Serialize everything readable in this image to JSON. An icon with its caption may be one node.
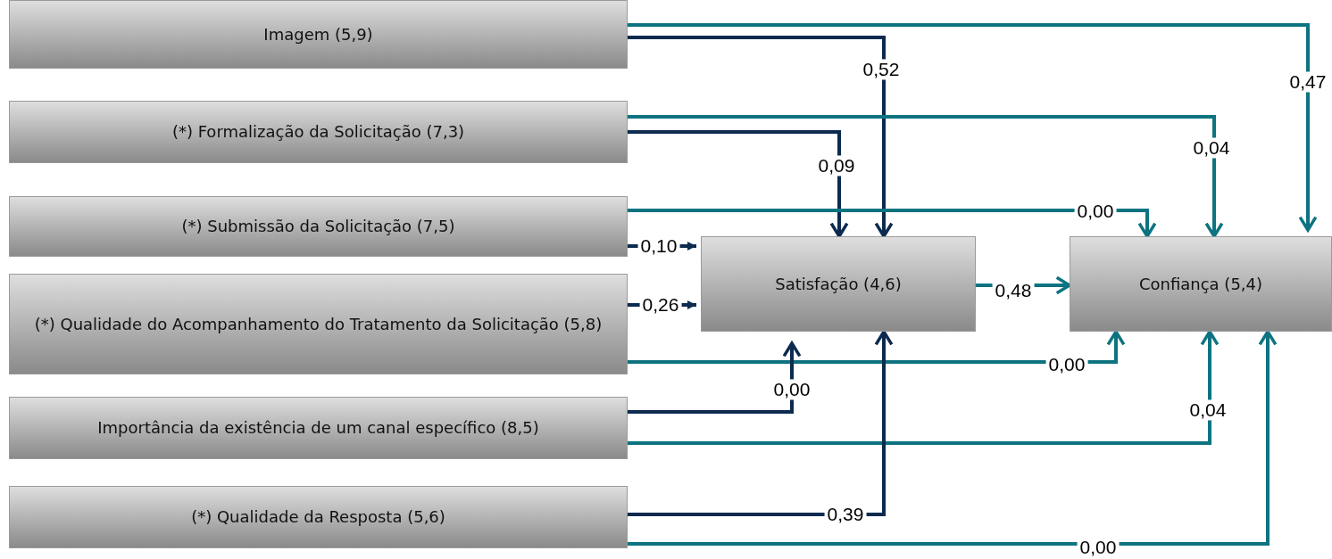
{
  "diagram": {
    "nodes": [
      {
        "text": [
          "Imagem (5,9)"
        ]
      },
      {
        "text": [
          "(*) Formalização da Solicitação (7,3)"
        ]
      },
      {
        "text": [
          "(*) Submissão da Solicitação (7,5)"
        ]
      },
      {
        "text": [
          "(*) Qualidade do Acompanhamento do Tratamento da Solicitação (5,8)"
        ]
      },
      {
        "text": [
          "Importância da existência de um canal específico (8,5)"
        ]
      },
      {
        "text": [
          "(*) Qualidade da Resposta (5,6)"
        ]
      },
      {
        "text": [
          "Satisfação (4,6)"
        ]
      },
      {
        "text": [
          "Confiança (5,4)"
        ]
      }
    ],
    "edges": [
      {
        "from": 0,
        "to": 6,
        "arrow": "to",
        "label": "0,52",
        "color": "#0d2a4f"
      },
      {
        "from": 0,
        "to": 7,
        "arrow": "to",
        "label": "0,47"
      },
      {
        "from": 1,
        "to": 6,
        "arrow": "to",
        "label": "0,09",
        "color": "#0d2a4f"
      },
      {
        "from": 1,
        "to": 7,
        "arrow": "to",
        "label": "0,04"
      },
      {
        "from": 2,
        "to": 6,
        "arrow": "to",
        "label": "0,10",
        "color": "#0d2a4f"
      },
      {
        "from": 2,
        "to": 7,
        "arrow": "to",
        "label": "0,00"
      },
      {
        "from": 3,
        "to": 6,
        "arrow": "to",
        "label": "0,26",
        "color": "#0d2a4f"
      },
      {
        "from": 3,
        "to": 7,
        "arrow": "to",
        "label": "0,00"
      },
      {
        "from": 4,
        "to": 6,
        "arrow": "to",
        "label": "0,00",
        "color": "#0d2a4f"
      },
      {
        "from": 4,
        "to": 7,
        "arrow": "to",
        "label": "0,04"
      },
      {
        "from": 5,
        "to": 6,
        "arrow": "to",
        "label": "0,39",
        "color": "#0d2a4f"
      },
      {
        "from": 5,
        "to": 7,
        "arrow": "to",
        "label": "0,00"
      },
      {
        "from": 6,
        "to": 7,
        "arrow": "to",
        "label": "0,48"
      }
    ]
  }
}
